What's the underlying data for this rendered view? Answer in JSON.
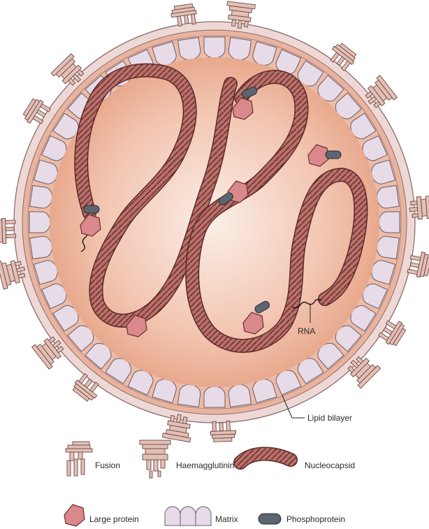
{
  "labels": {
    "rna": "RNA",
    "lipid_bilayer": "Lipid bilayer"
  },
  "legend": {
    "fusion": "Fusion",
    "haemagglutinin": "Haemagglutinin",
    "nucleocapsid": "Nucleocapsid",
    "large_protein": "Large protein",
    "matrix": "Matrix",
    "phosphoprotein": "Phosphoprotein"
  },
  "colors": {
    "envelope_outer": "#ebd3d0",
    "envelope_inner": "#e8b19c",
    "interior_center": "#fbeee6",
    "interior_edge": "#eba98d",
    "nucleocapsid": "#b8706a",
    "nucleocapsid_stroke": "#5a2a28",
    "matrix": "#e6dbe6",
    "large_protein": "#d9898b",
    "phosphoprotein": "#5c6570",
    "spike": "#e3bfb6",
    "line": "#333333"
  },
  "icons": [
    "fusion-icon",
    "haemagglutinin-icon",
    "nucleocapsid-icon",
    "large-protein-icon",
    "matrix-icon",
    "phosphoprotein-icon"
  ]
}
